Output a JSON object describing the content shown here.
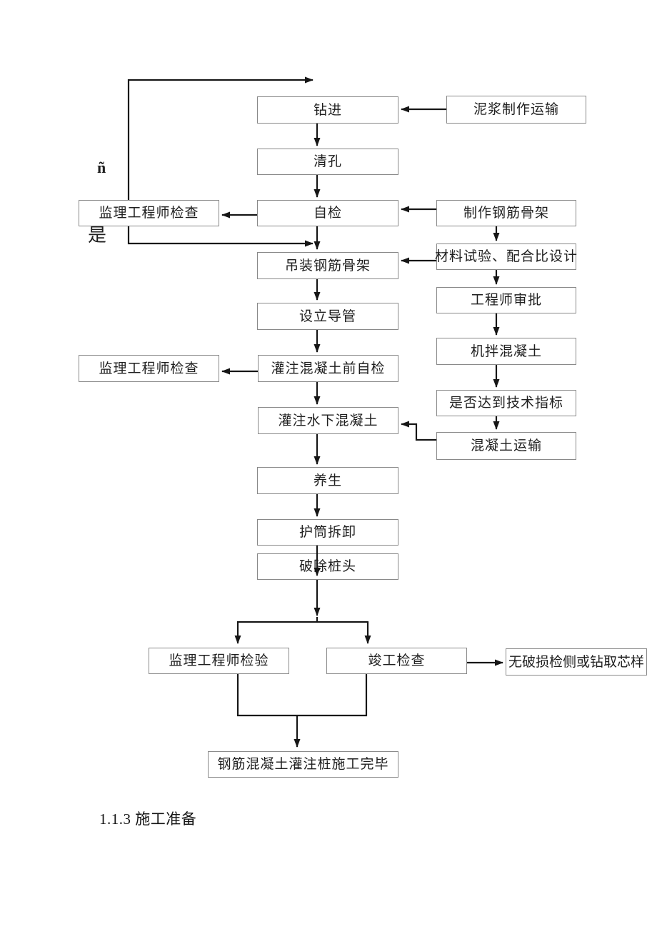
{
  "page": {
    "background_color": "#ffffff",
    "heading": "1.1.3 施工准备"
  },
  "diagram": {
    "line_color": "#161616",
    "box_border_color": "#898989",
    "text_color": "#1f1f1f",
    "branch_labels": {
      "no": "ñ",
      "yes": "是"
    },
    "nodes": {
      "drilling": {
        "label": "钻进"
      },
      "mud_making_transport": {
        "label": "泥浆制作运输"
      },
      "hole_cleaning": {
        "label": "清孔"
      },
      "self_inspection": {
        "label": "自检"
      },
      "supervisor_check_1": {
        "label": "监理工程师检查"
      },
      "rebar_cage_fabrication": {
        "label": "制作钢筋骨架"
      },
      "rebar_cage_hoisting": {
        "label": "吊装钢筋骨架"
      },
      "material_test_mix_design": {
        "label": "材料试验、配合比设计"
      },
      "engineer_approval": {
        "label": "工程师审批"
      },
      "conduit_installation": {
        "label": "设立导管"
      },
      "machine_mixed_concrete": {
        "label": "机拌混凝土"
      },
      "supervisor_check_2": {
        "label": "监理工程师检查"
      },
      "pre_pour_self_inspection": {
        "label": "灌注混凝土前自检"
      },
      "technical_criteria_check": {
        "label": "是否达到技术指标"
      },
      "underwater_concrete_pouring": {
        "label": "灌注水下混凝土"
      },
      "concrete_transport": {
        "label": "混凝土运输"
      },
      "curing": {
        "label": "养生"
      },
      "casing_removal": {
        "label": "护筒拆卸"
      },
      "pile_head_breaking": {
        "label": "破除桩头"
      },
      "supervisor_inspection": {
        "label": "监理工程师检验"
      },
      "completion_check": {
        "label": "竣工检查"
      },
      "ndt_or_core_sampling": {
        "label": "无破损检侧或钻取芯样"
      },
      "construction_complete": {
        "label": "钢筋混凝土灌注桩施工完毕"
      }
    }
  }
}
